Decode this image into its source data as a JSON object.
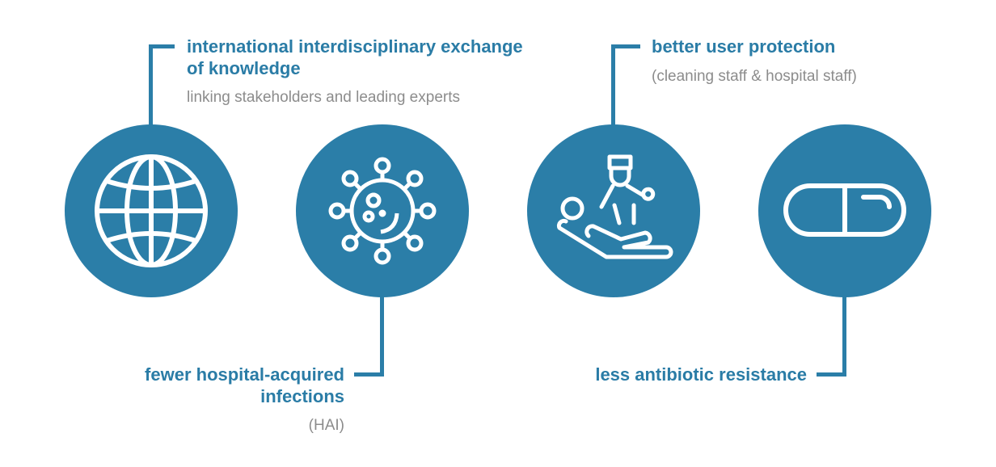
{
  "colors": {
    "accent": "#2b7ea8",
    "muted": "#8c8c8c"
  },
  "items": [
    {
      "icon": "globe-icon",
      "title_lines": [
        "international interdisciplinary exchange",
        "of knowledge"
      ],
      "subtitle": "linking stakeholders and leading experts"
    },
    {
      "icon": "virus-icon",
      "title_lines": [
        "fewer hospital-acquired",
        "infections"
      ],
      "subtitle": "(HAI)"
    },
    {
      "icon": "caregiver-patient-icon",
      "title_lines": [
        "better user protection"
      ],
      "subtitle": "(cleaning staff & hospital staff)"
    },
    {
      "icon": "capsule-icon",
      "title_lines": [
        "less antibiotic resistance"
      ],
      "subtitle": ""
    }
  ]
}
